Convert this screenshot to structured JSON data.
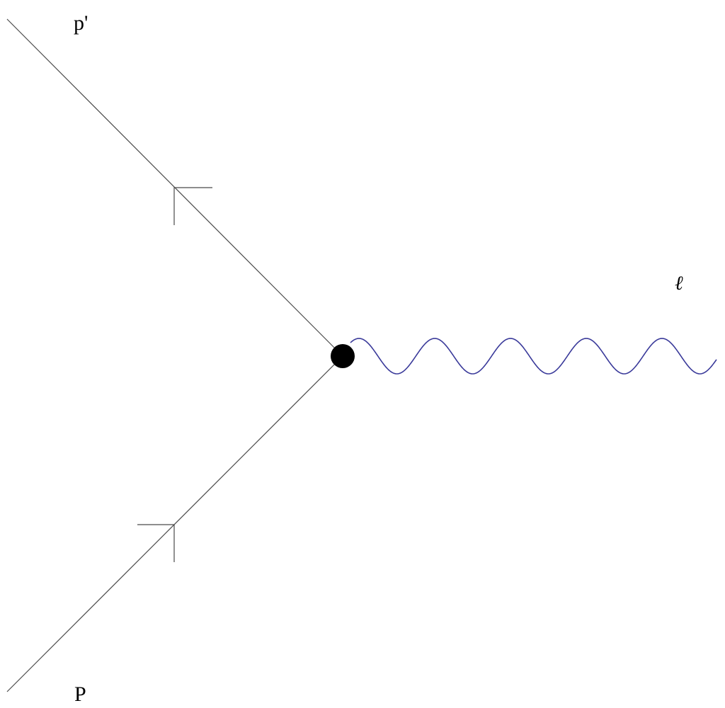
{
  "diagram": {
    "type": "feynman-vertex",
    "labels": {
      "outgoing_fermion": "p'",
      "incoming_fermion": "P",
      "photon": "ℓ"
    },
    "colors": {
      "fermion_line": "#4a4a4a",
      "photon_line": "#3a3a9a",
      "vertex": "#000000"
    }
  }
}
